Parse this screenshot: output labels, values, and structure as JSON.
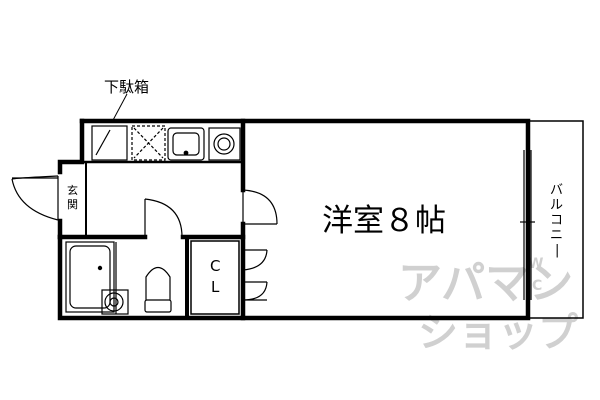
{
  "labels": {
    "shoe_box": "下駄箱",
    "entrance": "玄関",
    "western_room": "洋室８帖",
    "balcony": "バルコニー",
    "closet": "CL"
  },
  "watermark": {
    "line1": "アパマン",
    "line2": "ショップ",
    "small": "W\nC"
  },
  "colors": {
    "wall": "#000000",
    "fixture": "#555555",
    "watermark": "#d0d0d0"
  }
}
